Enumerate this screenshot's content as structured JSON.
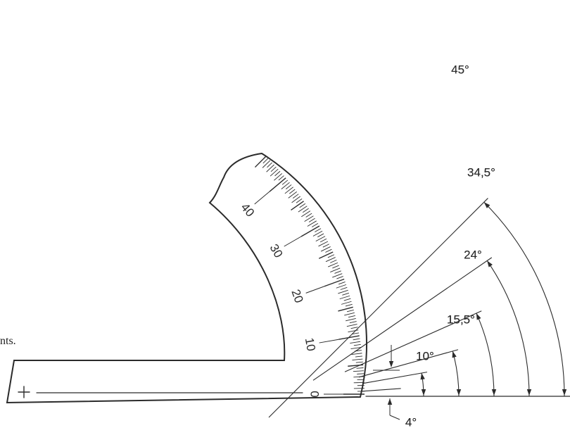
{
  "margin_fragment": "nts.",
  "scale": {
    "labels": [
      "0",
      "10",
      "20",
      "30",
      "40"
    ],
    "label_values": [
      0,
      10,
      20,
      30,
      40
    ],
    "max_value": 45
  },
  "angle_marks": [
    {
      "label": "4°",
      "value": 4
    },
    {
      "label": "10°",
      "value": 10
    },
    {
      "label": "15,5°",
      "value": 15.5
    },
    {
      "label": "24°",
      "value": 24
    },
    {
      "label": "34,5°",
      "value": 34.5
    },
    {
      "label": "45°",
      "value": 45
    }
  ],
  "colors": {
    "ink": "#2b2b2b",
    "paper": "#ffffff"
  }
}
